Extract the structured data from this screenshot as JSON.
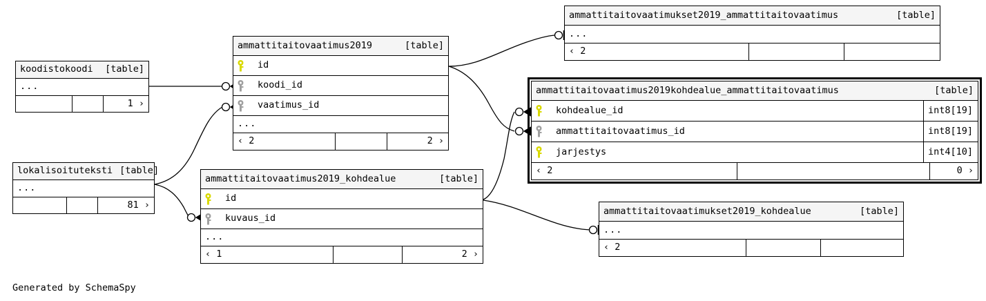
{
  "diagram": {
    "generator_note": "Generated by SchemaSpy",
    "table_tag": "[table]",
    "ellipsis": "...",
    "left_arrow": "‹",
    "right_arrow": "›",
    "colors": {
      "primary_key": "#d9d900",
      "foreign_key": "#a0a0a0",
      "header_bg": "#f5f5f5",
      "border": "#000000",
      "background": "#ffffff"
    }
  },
  "tables": [
    {
      "id": "koodistokoodi",
      "name": "koodistokoodi",
      "tag": "[table]",
      "highlighted": false,
      "columns": [],
      "has_ellipsis_row": true,
      "ellipsis": "...",
      "footer": {
        "left": "",
        "middle": "",
        "right": "1 ›"
      }
    },
    {
      "id": "ammattitaitovaatimus2019",
      "name": "ammattitaitovaatimus2019",
      "tag": "[table]",
      "highlighted": false,
      "columns": [
        {
          "key": "primary",
          "name": "id",
          "type": ""
        },
        {
          "key": "foreign",
          "name": "koodi_id",
          "type": ""
        },
        {
          "key": "foreign",
          "name": "vaatimus_id",
          "type": ""
        }
      ],
      "has_ellipsis_row": true,
      "ellipsis": "...",
      "footer": {
        "left": "‹ 2",
        "middle": "",
        "right": "2 ›"
      }
    },
    {
      "id": "lokalisoituteksti",
      "name": "lokalisoituteksti",
      "tag": "[table]",
      "highlighted": false,
      "columns": [],
      "has_ellipsis_row": true,
      "ellipsis": "...",
      "footer": {
        "left": "",
        "middle": "",
        "right": "81 ›"
      }
    },
    {
      "id": "ammattitaitovaatimus2019_kohdealue",
      "name": "ammattitaitovaatimus2019_kohdealue",
      "tag": "[table]",
      "highlighted": false,
      "columns": [
        {
          "key": "primary",
          "name": "id",
          "type": ""
        },
        {
          "key": "foreign",
          "name": "kuvaus_id",
          "type": ""
        }
      ],
      "has_ellipsis_row": true,
      "ellipsis": "...",
      "footer": {
        "left": "‹ 1",
        "middle": "",
        "right": "2 ›"
      }
    },
    {
      "id": "ammattitaitovaatimukset2019_ammattitaitovaatimus",
      "name": "ammattitaitovaatimukset2019_ammattitaitovaatimus",
      "tag": "[table]",
      "highlighted": false,
      "columns": [],
      "has_ellipsis_row": true,
      "ellipsis": "...",
      "footer": {
        "left": "‹ 2",
        "middle": "",
        "right": ""
      }
    },
    {
      "id": "ammattitaitovaatimus2019kohdealue_ammattitaitovaatimus",
      "name": "ammattitaitovaatimus2019kohdealue_ammattitaitovaatimus",
      "tag": "[table]",
      "highlighted": true,
      "columns": [
        {
          "key": "primary",
          "name": "kohdealue_id",
          "type": "int8[19]"
        },
        {
          "key": "foreign",
          "name": "ammattitaitovaatimus_id",
          "type": "int8[19]"
        },
        {
          "key": "primary",
          "name": "jarjestys",
          "type": "int4[10]"
        }
      ],
      "has_ellipsis_row": false,
      "ellipsis": "...",
      "footer": {
        "left": "‹ 2",
        "middle": "",
        "right": "0 ›"
      }
    },
    {
      "id": "ammattitaitovaatimukset2019_kohdealue",
      "name": "ammattitaitovaatimukset2019_kohdealue",
      "tag": "[table]",
      "highlighted": false,
      "columns": [],
      "has_ellipsis_row": true,
      "ellipsis": "...",
      "footer": {
        "left": "‹ 2",
        "middle": "",
        "right": ""
      }
    }
  ],
  "relationships": [
    {
      "from": "koodistokoodi",
      "to": "ammattitaitovaatimus2019.koodi_id",
      "from_marker": "none",
      "to_marker": "crowsfoot-optional"
    },
    {
      "from": "lokalisoituteksti",
      "to": "ammattitaitovaatimus2019.vaatimus_id",
      "from_marker": "none",
      "to_marker": "crowsfoot-optional"
    },
    {
      "from": "lokalisoituteksti",
      "to": "ammattitaitovaatimus2019_kohdealue.kuvaus_id",
      "from_marker": "none",
      "to_marker": "crowsfoot-optional"
    },
    {
      "from": "ammattitaitovaatimus2019",
      "to": "ammattitaitovaatimukset2019_ammattitaitovaatimus",
      "from_marker": "none",
      "to_marker": "one-optional"
    },
    {
      "from": "ammattitaitovaatimus2019",
      "to": "ammattitaitovaatimus2019kohdealue_ammattitaitovaatimus.ammattitaitovaatimus_id",
      "from_marker": "none",
      "to_marker": "crowsfoot-optional"
    },
    {
      "from": "ammattitaitovaatimus2019_kohdealue",
      "to": "ammattitaitovaatimus2019kohdealue_ammattitaitovaatimus.kohdealue_id",
      "from_marker": "none",
      "to_marker": "crowsfoot-optional"
    },
    {
      "from": "ammattitaitovaatimus2019_kohdealue",
      "to": "ammattitaitovaatimukset2019_kohdealue",
      "from_marker": "none",
      "to_marker": "one-optional"
    }
  ]
}
